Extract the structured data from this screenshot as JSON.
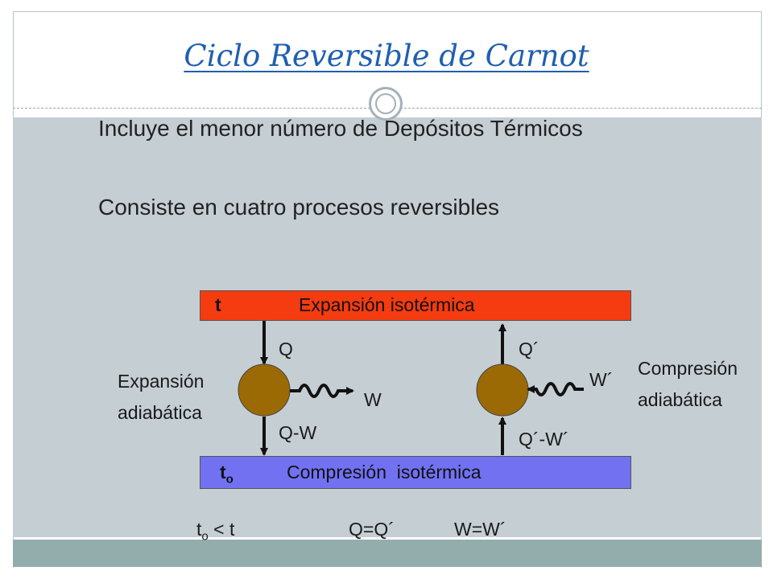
{
  "slide": {
    "title": "Ciclo Reversible de Carnot",
    "bullets": [
      "Incluye el menor número de Depósitos Térmicos",
      "Consiste en cuatro procesos reversibles"
    ]
  },
  "diagram": {
    "hot_reservoir": {
      "symbol": "t",
      "label": "Expansión isotérmica",
      "color": "#f53b10"
    },
    "cold_reservoir": {
      "symbol": "t",
      "subscript": "o",
      "label": "Compresión  isotérmica",
      "color": "#7171f2"
    },
    "engine_left": {
      "heat_in": "Q",
      "work_out": "W",
      "heat_out": "Q-W",
      "color": "#9b6a05"
    },
    "engine_right": {
      "heat_out": "Q´",
      "work_in": "W´",
      "heat_in": "Q´-W´",
      "color": "#9b6a05"
    },
    "left_process": [
      "Expansión",
      "adiabática"
    ],
    "right_process": [
      "Compresión",
      "adiabática"
    ],
    "relations": {
      "temp_symbol": "t",
      "temp_subscript": "o",
      "temp_rest": " < t",
      "heat": "Q=Q´",
      "work": "W=W´"
    }
  }
}
